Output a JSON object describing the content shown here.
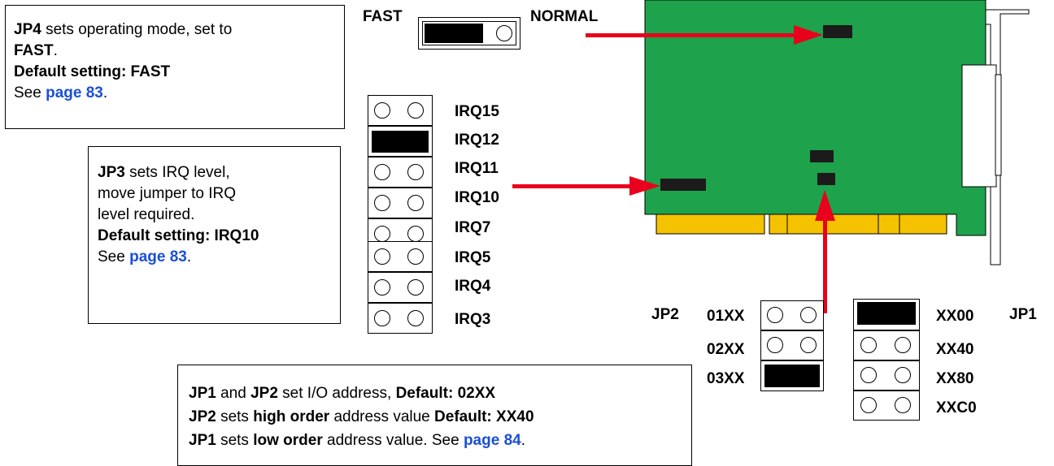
{
  "jp4_note": {
    "title": "JP4",
    "text": " sets operating mode, set to",
    "fast": "FAST",
    "period": ".",
    "default": "Default setting: FAST",
    "see": "See ",
    "link": "page 83",
    "end": "."
  },
  "jp3_note": {
    "title": "JP3",
    "line1": " sets IRQ level,",
    "line2": "move jumper to IRQ",
    "line3": "level required.",
    "default": "Default setting: IRQ10",
    "see": "See ",
    "link": "page 83",
    "end": "."
  },
  "io_note": {
    "l1_jp1": "JP1",
    "l1_and": " and ",
    "l1_jp2": "JP2",
    "l1_mid": " set I/O address, ",
    "l1_default": "Default: 02XX",
    "l2_jp2": "JP2",
    "l2_sets": " sets ",
    "l2_high": "high order",
    "l2_mid": " address value ",
    "l2_default": "Default: XX40",
    "l3_jp1": "JP1",
    "l3_sets": " sets ",
    "l3_low": "low order",
    "l3_mid": " address value. See ",
    "l3_link": "page 84",
    "l3_end": "."
  },
  "jp4": {
    "left": "FAST",
    "right": "NORMAL"
  },
  "irq_labels": [
    "IRQ15",
    "IRQ12",
    "IRQ11",
    "IRQ10",
    "IRQ7",
    "IRQ5",
    "IRQ4",
    "IRQ3"
  ],
  "jp2": {
    "name": "JP2",
    "labels": [
      "01XX",
      "02XX",
      "03XX"
    ]
  },
  "jp1": {
    "name": "JP1",
    "labels": [
      "XX00",
      "XX40",
      "XX80",
      "XXC0"
    ]
  },
  "colors": {
    "board": "#1ea24b",
    "connector": "#f5c200",
    "arrow": "#e8001c",
    "link": "#1a4fd6"
  }
}
